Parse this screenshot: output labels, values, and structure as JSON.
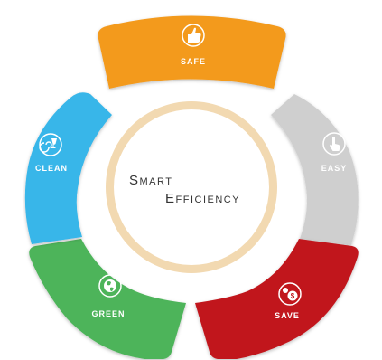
{
  "center": {
    "line1": "Smart",
    "line2": "Efficiency",
    "ring_color": "#f2d9b1"
  },
  "segments": [
    {
      "id": "safe",
      "label": "SAFE",
      "color": "#f39a1f",
      "icon": "thumbs-up-icon"
    },
    {
      "id": "easy",
      "label": "EASY",
      "color": "#cfcfcf",
      "icon": "tap-hand-icon"
    },
    {
      "id": "save",
      "label": "SAVE",
      "color": "#c1171d",
      "icon": "coins-dollar-icon"
    },
    {
      "id": "green",
      "label": "GREEN",
      "color": "#4db45a",
      "icon": "globe-icon"
    },
    {
      "id": "clean",
      "label": "CLEAN",
      "color": "#38b6e9",
      "icon": "glass-swirl-icon"
    }
  ]
}
